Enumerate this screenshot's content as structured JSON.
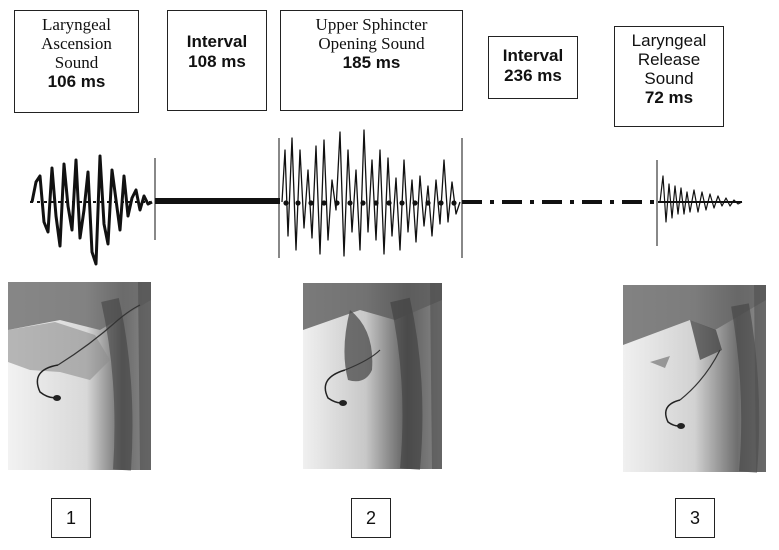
{
  "boxes": {
    "laryngeal_ascension": {
      "line1": "Laryngeal",
      "line2": "Ascension",
      "line3": "Sound",
      "duration": "106 ms"
    },
    "interval_1": {
      "label": "Interval",
      "duration": "108 ms"
    },
    "upper_sphincter": {
      "line1": "Upper Sphincter",
      "line2": "Opening Sound",
      "duration": "185 ms"
    },
    "interval_2": {
      "label": "Interval",
      "duration": "236 ms"
    },
    "laryngeal_release": {
      "line1": "Laryngeal",
      "line2": "Release",
      "line3": "Sound",
      "duration": "72 ms"
    }
  },
  "frame_numbers": [
    "1",
    "2",
    "3"
  ],
  "frames": [
    {
      "name": "fluoroscopy-frame-1"
    },
    {
      "name": "fluoroscopy-frame-2"
    },
    {
      "name": "fluoroscopy-frame-3"
    }
  ],
  "colors": {
    "line": "#111111",
    "box_border": "#222222",
    "xray_light": "#e8e8e8",
    "xray_dark": "#555555"
  }
}
